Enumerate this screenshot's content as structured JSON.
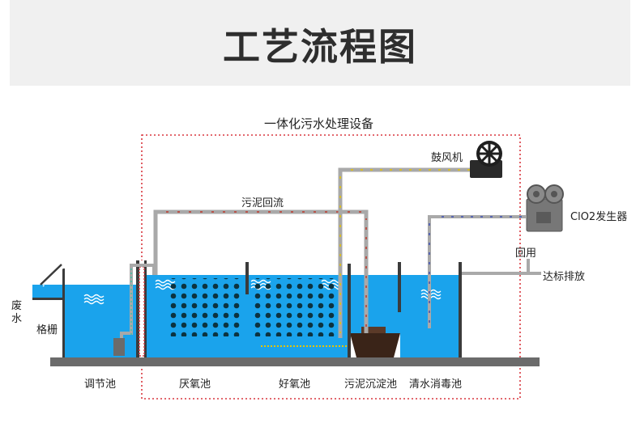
{
  "header": {
    "title": "工艺流程图"
  },
  "equipment": {
    "title": "一体化污水处理设备"
  },
  "labels": {
    "wastewater": "废水",
    "grille": "格栅",
    "adjust_pool": "调节池",
    "anoxic_pool": "厌氧池",
    "aerobic_pool": "好氧池",
    "sediment_pool": "污泥沉淀池",
    "disinfect_pool": "清水消毒池",
    "blower": "鼓风机",
    "sludge_return": "污泥回流",
    "clo2_generator": "ClO2发生器",
    "reuse": "回用",
    "discharge": "达标排放"
  },
  "colors": {
    "water": "#1aa3ec",
    "pipe": "#a9a9a9",
    "air_arrow": "#e8c400",
    "sludge_arrow": "#c0392b",
    "clo2_arrow": "#3f51b5",
    "frame": "#d9363e"
  }
}
